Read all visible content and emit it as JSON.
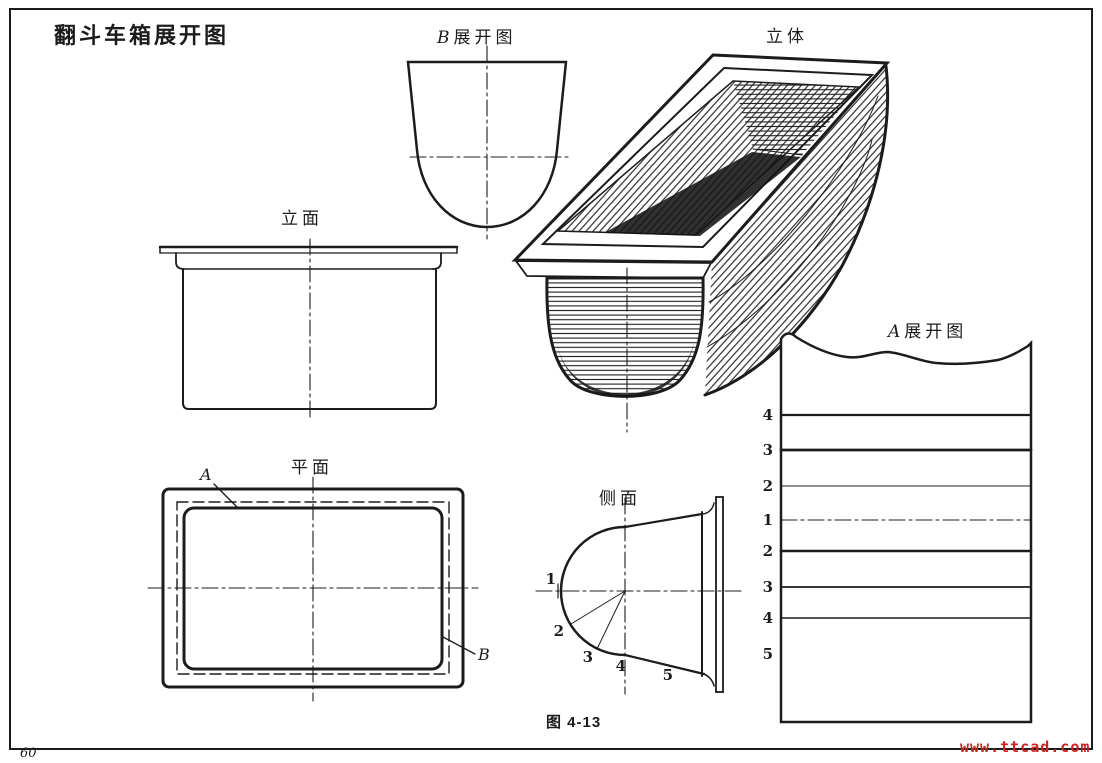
{
  "page": {
    "title": "翻斗车箱展开图",
    "figure_caption": "图 4-13",
    "page_number": "60",
    "watermark": "www.ttcad.com",
    "ink_color": "#1c1c1c",
    "watermark_color": "#cc2222",
    "paper_color": "#ffffff"
  },
  "views": {
    "b_development": {
      "letter": "B",
      "label": "展开图"
    },
    "solid": {
      "label": "立体"
    },
    "elevation": {
      "label": "立面"
    },
    "plan": {
      "label": "平面",
      "label_a": "A",
      "label_b": "B"
    },
    "side": {
      "label": "侧面",
      "point_numbers": [
        "1",
        "2",
        "3",
        "4",
        "5"
      ]
    },
    "a_development": {
      "letter": "A",
      "label": "展开图",
      "line_numbers": [
        "4",
        "3",
        "2",
        "1",
        "2",
        "3",
        "4",
        "5"
      ]
    }
  }
}
